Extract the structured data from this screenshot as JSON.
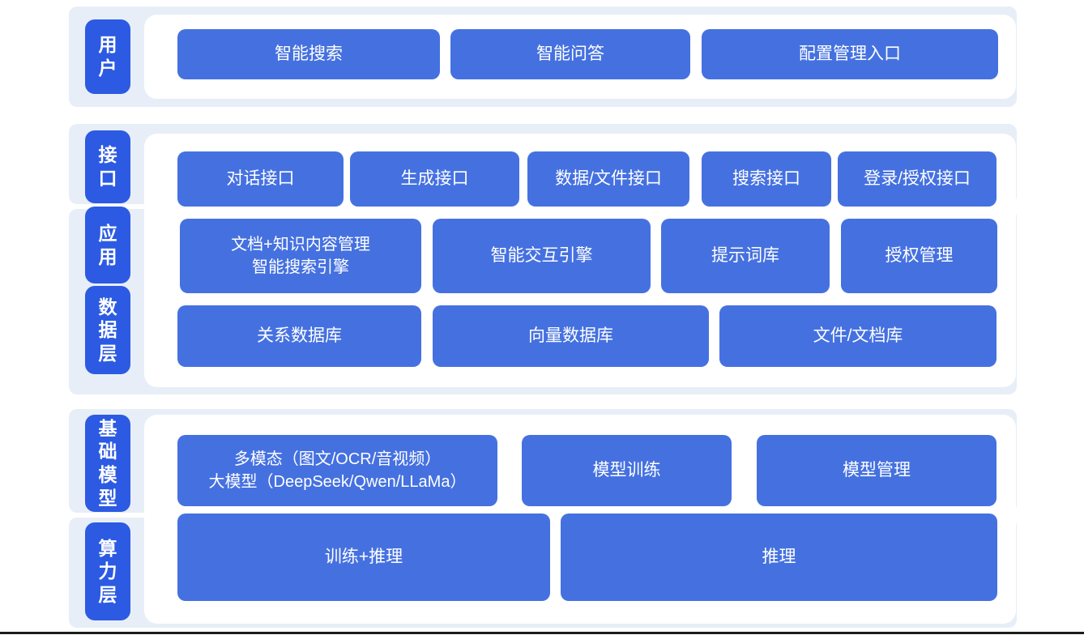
{
  "colors": {
    "tag_blue": "#2c5ae2",
    "block_blue": "#4571e0",
    "section_bg": "#e8eef7",
    "card_bg": "#ffffff",
    "footer_line": "#1b1b1b"
  },
  "layers": {
    "user": {
      "tag": "用户",
      "blocks": {
        "smart_search": "智能搜索",
        "smart_qa": "智能问答",
        "config_entry": "配置管理入口"
      }
    },
    "interface": {
      "tag": "接口",
      "blocks": {
        "dialog": "对话接口",
        "generation": "生成接口",
        "data_file": "数据/文件接口",
        "search": "搜索接口",
        "login_auth": "登录/授权接口"
      }
    },
    "application": {
      "tag": "应用",
      "blocks": {
        "doc_knowledge_line1": "文档+知识内容管理",
        "doc_knowledge_line2": "智能搜索引擎",
        "interaction_engine": "智能交互引擎",
        "prompt_library": "提示词库",
        "auth_management": "授权管理"
      }
    },
    "data_layer": {
      "tag": "数据层",
      "blocks": {
        "relational_db": "关系数据库",
        "vector_db": "向量数据库",
        "file_doc_store": "文件/文档库"
      }
    },
    "foundation_model": {
      "tag": "基础模型",
      "blocks": {
        "multimodal_line1": "多模态（图文/OCR/音视频）",
        "multimodal_line2": "大模型（DeepSeek/Qwen/LLaMa）",
        "model_training": "模型训练",
        "model_management": "模型管理"
      }
    },
    "compute_layer": {
      "tag": "算力层",
      "blocks": {
        "training_inference": "训练+推理",
        "inference": "推理"
      }
    }
  }
}
